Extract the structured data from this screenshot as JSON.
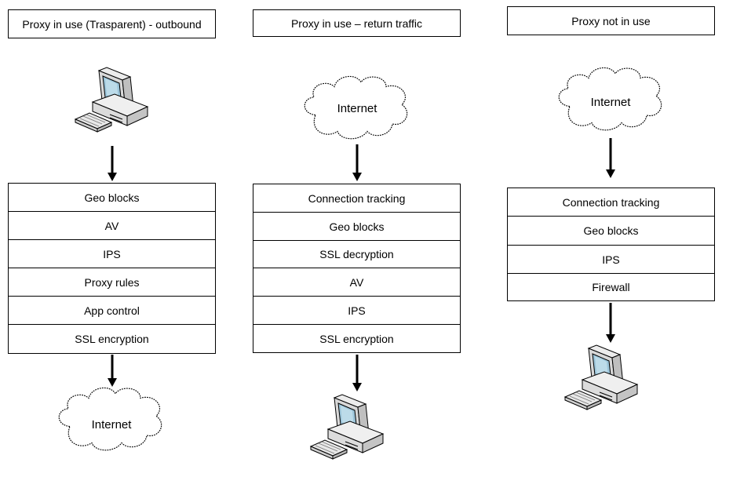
{
  "columns": [
    {
      "title": "Proxy in use (Trasparent) - outbound",
      "source": "computer-icon",
      "destination": "Internet",
      "steps": [
        "Geo blocks",
        "AV",
        "IPS",
        "Proxy rules",
        "App control",
        "SSL encryption"
      ]
    },
    {
      "title": "Proxy in use – return traffic",
      "source": "Internet",
      "destination": "computer-icon",
      "steps": [
        "Connection tracking",
        "Geo blocks",
        "SSL decryption",
        "AV",
        "IPS",
        "SSL encryption"
      ]
    },
    {
      "title": "Proxy not in use",
      "source": "Internet",
      "destination": "computer-icon",
      "steps": [
        "Connection tracking",
        "Geo blocks",
        "IPS",
        "Firewall"
      ]
    }
  ]
}
